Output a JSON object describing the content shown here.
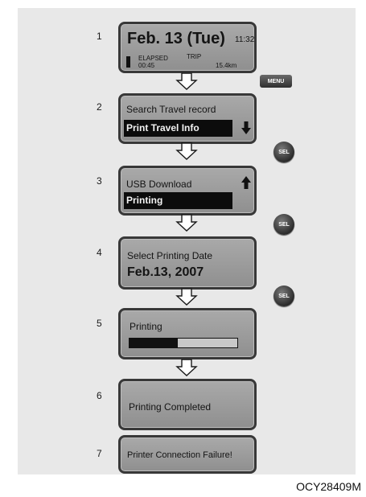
{
  "steps": [
    {
      "num": "1",
      "date": "Feb. 13 (Tue)",
      "time": "11:32",
      "elapsed_label": "ELAPSED",
      "elapsed_value": "00:45",
      "trip_label": "TRIP",
      "trip_value": "15.4km"
    },
    {
      "num": "2",
      "line1": "Search Travel record",
      "line2": "Print Travel Info"
    },
    {
      "num": "3",
      "line1": "USB Download",
      "line2": "Printing"
    },
    {
      "num": "4",
      "line1": "Select Printing Date",
      "line2": "Feb.13, 2007"
    },
    {
      "num": "5",
      "line1": "Printing",
      "progress": 0.45
    },
    {
      "num": "6",
      "line1": "Printing Completed"
    },
    {
      "num": "7",
      "line1": "Printer Connection Failure!"
    }
  ],
  "buttons": {
    "menu": "MENU",
    "sel": "SEL"
  },
  "figure_code": "OCY28409M",
  "colors": {
    "screen": "#9e9e9e",
    "bezel": "#383838",
    "highlight": "#0c0c0c",
    "page": "#e8e8e8"
  }
}
